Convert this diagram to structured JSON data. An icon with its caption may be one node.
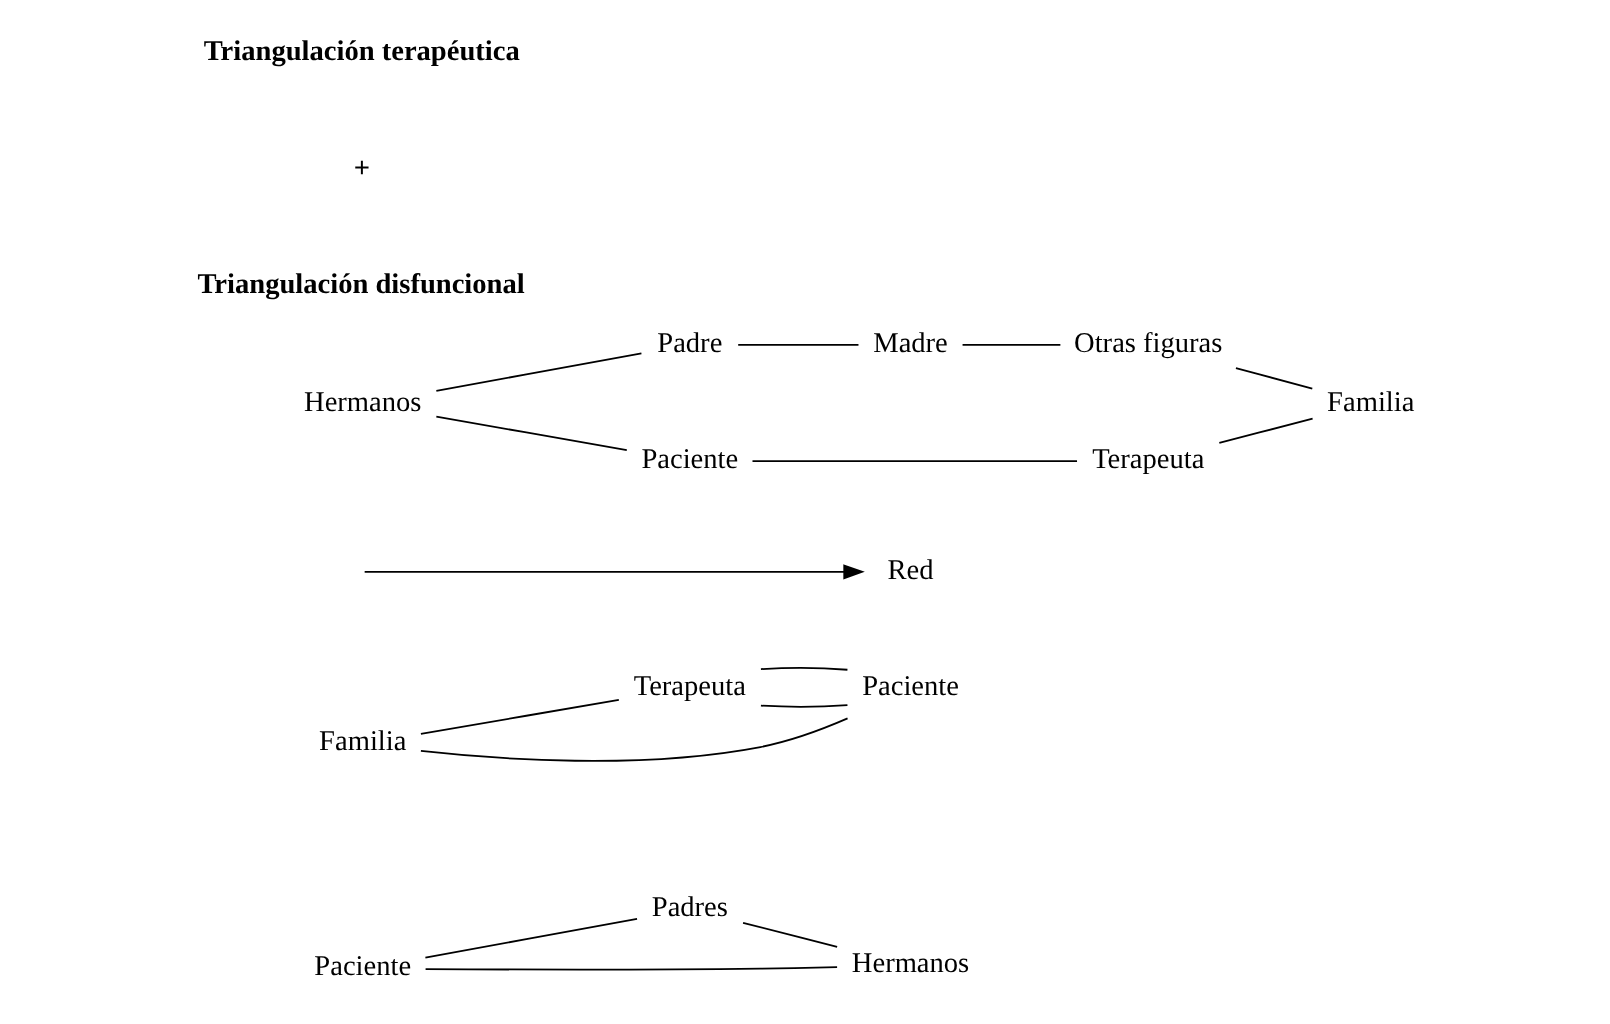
{
  "diagram": {
    "nodes": [
      {
        "text": [
          "Paciente"
        ]
      },
      {
        "text": [
          "Padres"
        ]
      },
      {
        "text": [
          "Hermanos"
        ]
      },
      {
        "text": [
          "Familia"
        ]
      },
      {
        "text": [
          "Terapeuta"
        ]
      },
      {
        "text": [
          "Paciente"
        ]
      },
      {
        "text": [
          "Red"
        ]
      },
      {
        "text": [
          "Padre"
        ]
      },
      {
        "text": [
          "Madre"
        ]
      },
      {
        "text": [
          "Hermanos"
        ]
      },
      {
        "text": [
          "Otras figuras"
        ]
      },
      {
        "text": [
          "Paciente"
        ]
      },
      {
        "text": [
          "Familia"
        ]
      },
      {
        "text": [
          "Terapeuta"
        ]
      }
    ],
    "edges": [
      {
        "from": 0,
        "to": 1,
        "arrow": "none"
      },
      {
        "from": 0,
        "to": 2,
        "arrow": "none"
      },
      {
        "from": 1,
        "to": 2,
        "arrow": "none"
      },
      {
        "from": 3,
        "to": 4,
        "arrow": "none"
      },
      {
        "from": 3,
        "to": 5,
        "arrow": "none"
      },
      {
        "from": 4,
        "to": 5,
        "arrow": "none"
      },
      {
        "from": 4,
        "to": 5,
        "arrow": "none"
      },
      {
        "from": null,
        "to": 6,
        "arrow": "to"
      },
      {
        "from": 7,
        "to": 8,
        "arrow": "none"
      },
      {
        "from": 8,
        "to": 10,
        "arrow": "none"
      },
      {
        "from": 10,
        "to": 12,
        "arrow": "none"
      },
      {
        "from": 13,
        "to": 12,
        "arrow": "none"
      },
      {
        "from": 11,
        "to": 13,
        "arrow": "none"
      },
      {
        "from": 9,
        "to": 11,
        "arrow": "none"
      },
      {
        "from": 9,
        "to": 7,
        "arrow": "none"
      }
    ],
    "labels": [
      "Triangulación disfuncional",
      "+",
      "Triangulación terapéutica"
    ]
  }
}
